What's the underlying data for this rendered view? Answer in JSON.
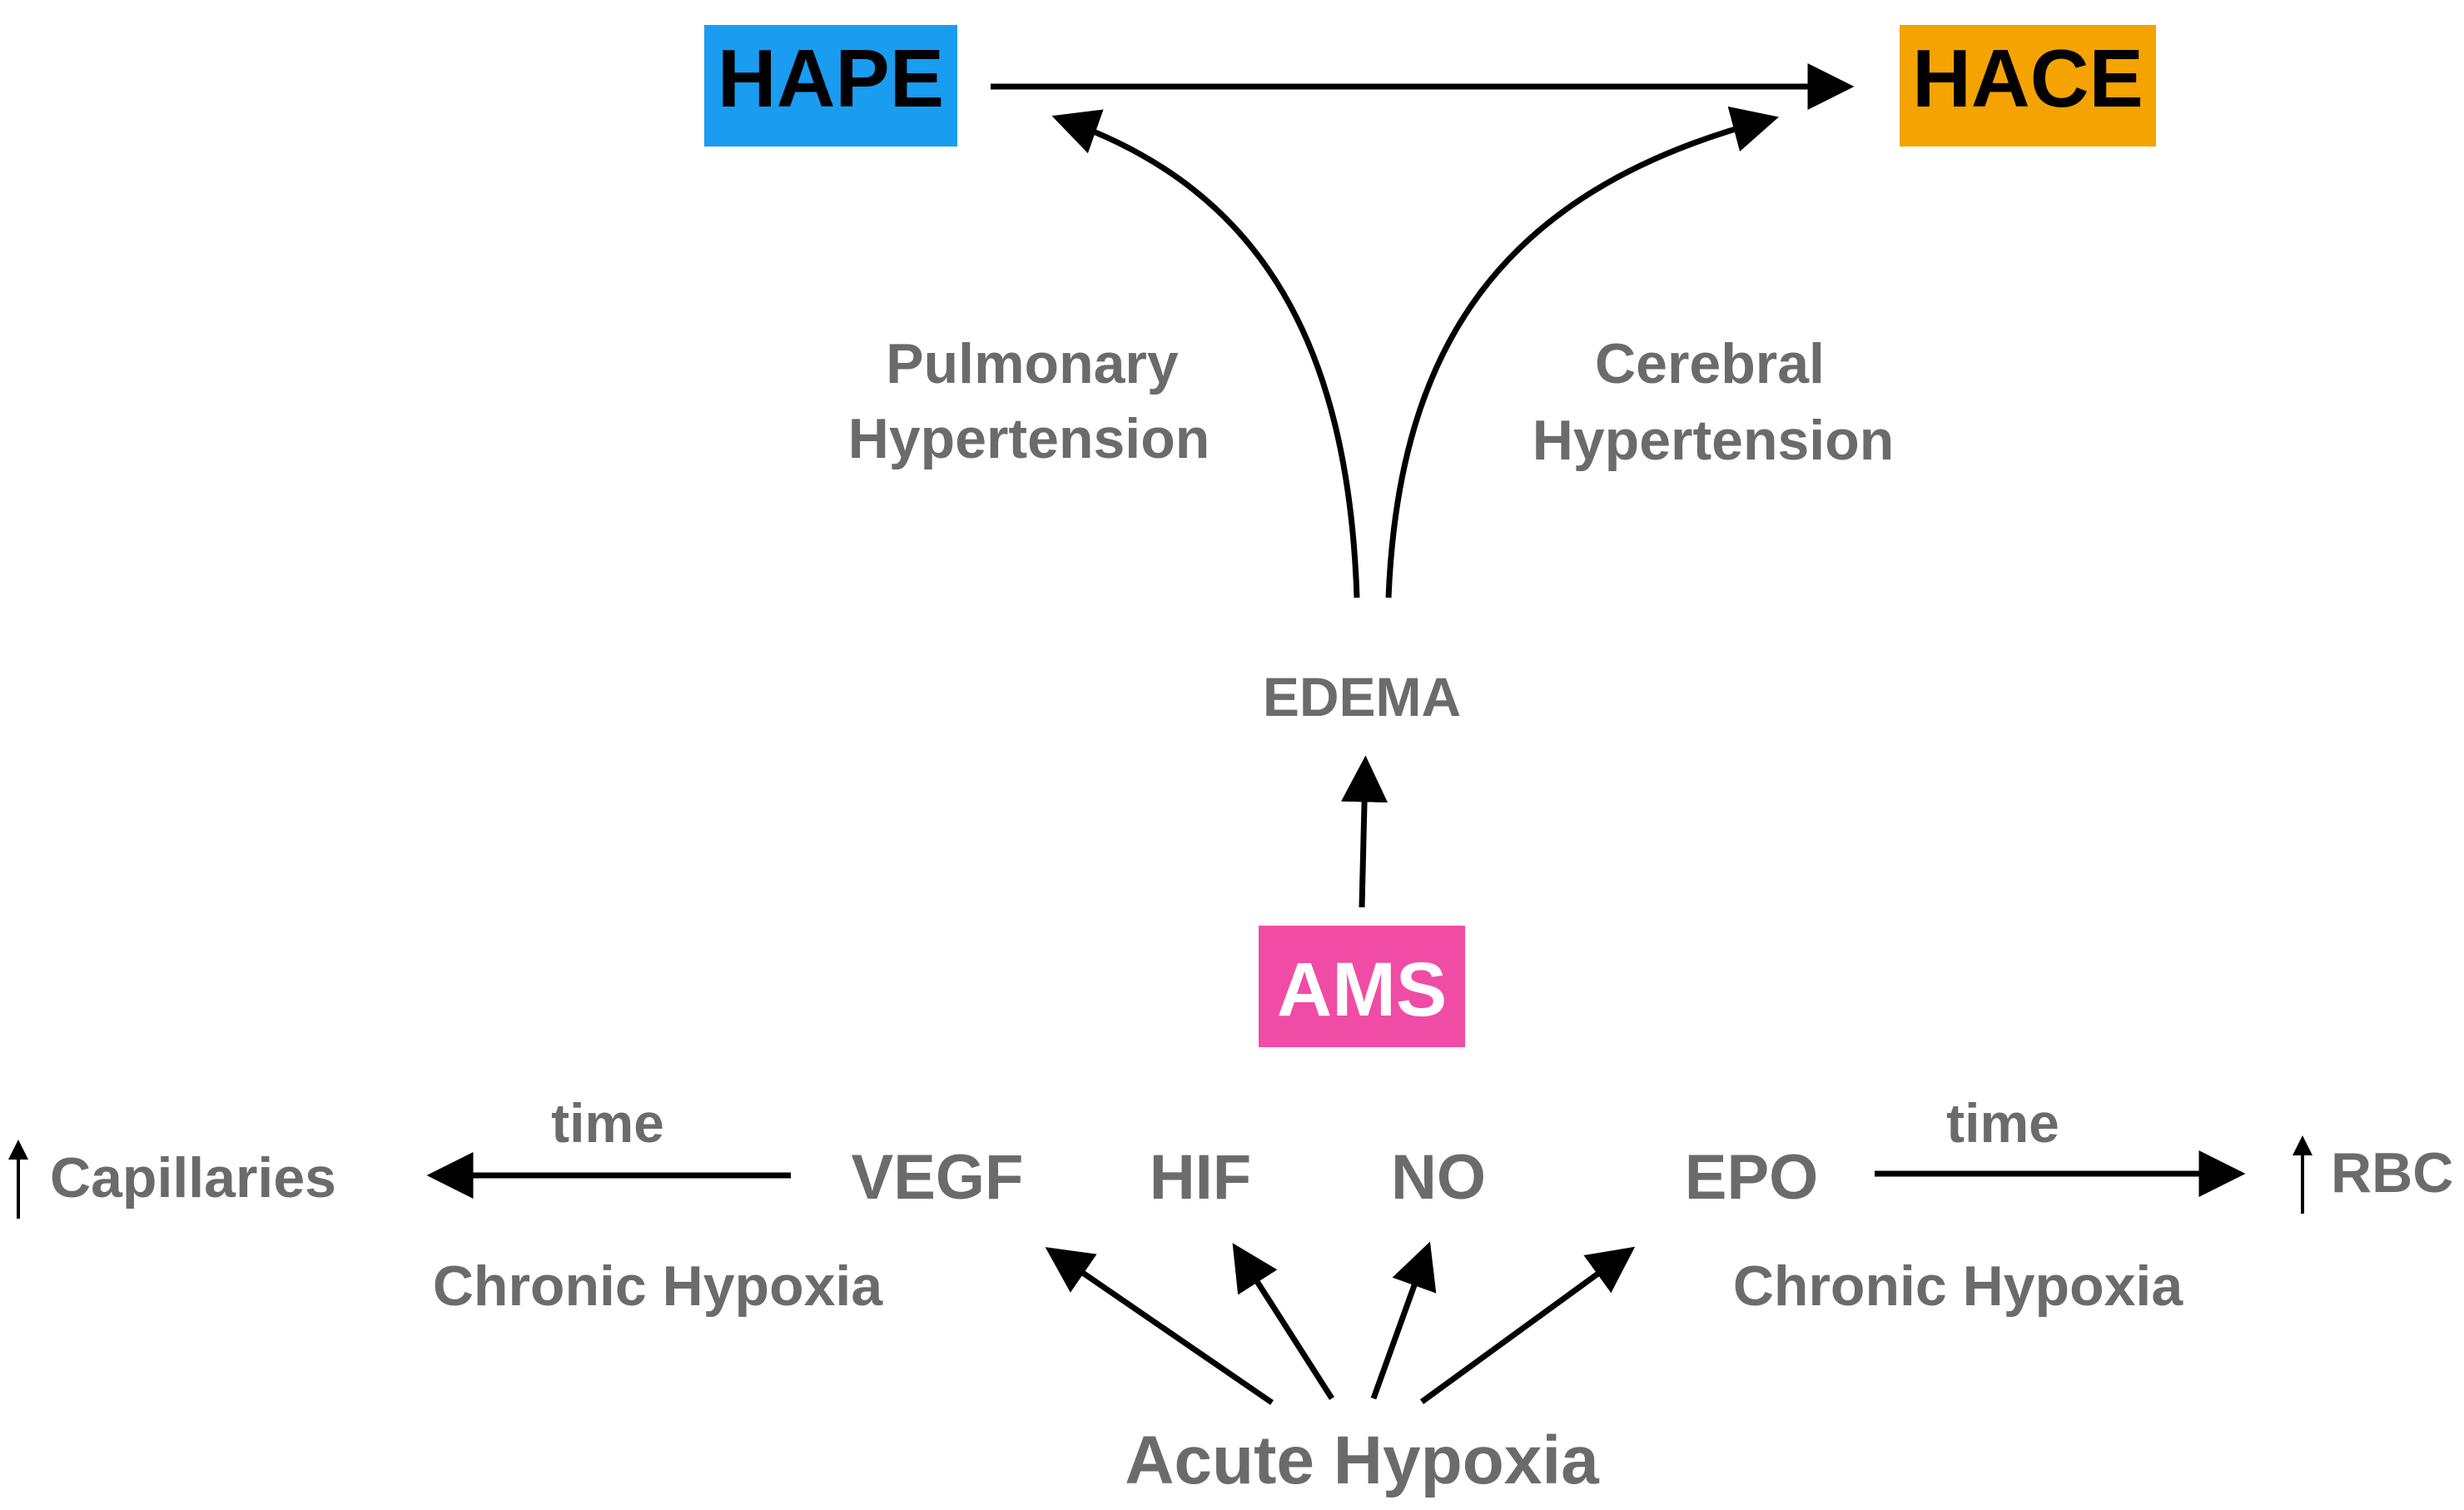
{
  "diagram": {
    "nodes": {
      "hape": {
        "label": "HAPE",
        "color": "#1a9cf0"
      },
      "hace": {
        "label": "HACE",
        "color": "#f5a300"
      },
      "ams": {
        "label": "AMS",
        "color": "#f04ca5"
      },
      "edema": {
        "label": "EDEMA"
      },
      "vegf": {
        "label": "VEGF"
      },
      "hif": {
        "label": "HIF"
      },
      "no": {
        "label": "NO"
      },
      "epo": {
        "label": "EPO"
      },
      "acute_hypoxia": {
        "label": "Acute Hypoxia"
      },
      "capillaries": {
        "label": "Capillaries"
      },
      "rbc": {
        "label": "RBC"
      }
    },
    "edge_labels": {
      "pulmonary_line1": "Pulmonary",
      "pulmonary_line2": "Hypertension",
      "cerebral_line1": "Cerebral",
      "cerebral_line2": "Hypertension",
      "time_left": "time",
      "time_right": "time",
      "chronic_left": "Chronic Hypoxia",
      "chronic_right": "Chronic Hypoxia"
    },
    "colors": {
      "text_gray": "#6b6b6b",
      "arrow": "#000000"
    }
  }
}
